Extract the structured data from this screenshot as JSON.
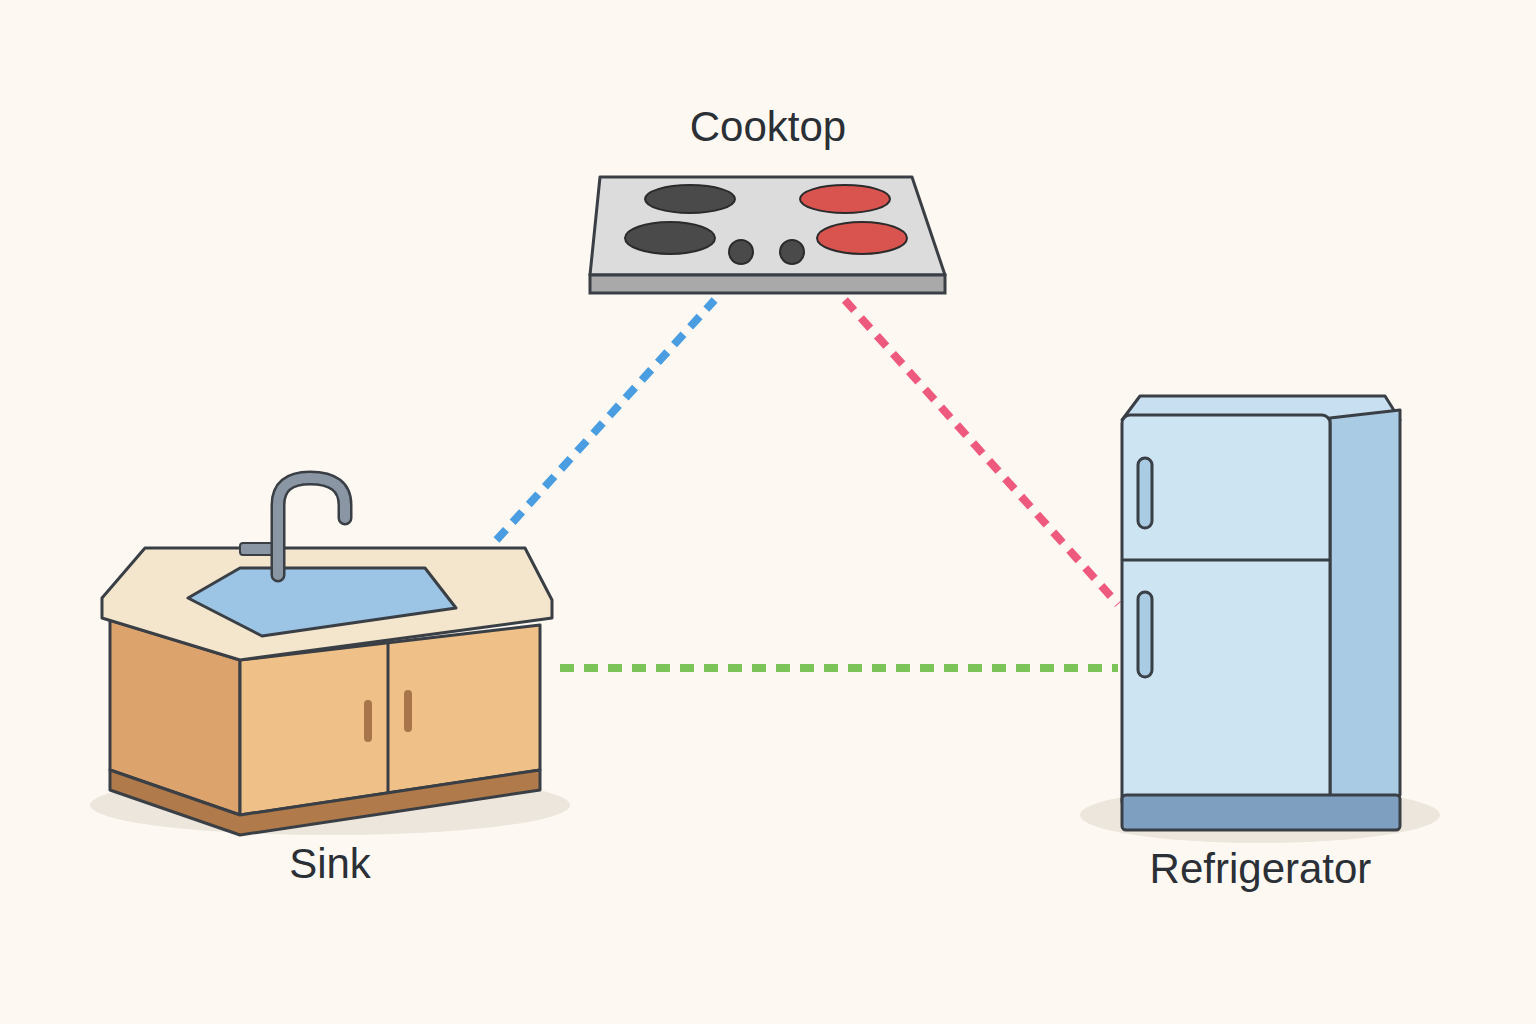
{
  "diagram": {
    "nodes": [
      {
        "text": [
          "Cooktop"
        ]
      },
      {
        "text": [
          "Sink"
        ]
      },
      {
        "text": [
          "Refrigerator"
        ]
      }
    ],
    "edges": [
      {
        "from": 1,
        "to": 0,
        "arrow": "none"
      },
      {
        "from": 0,
        "to": 2,
        "arrow": "none"
      },
      {
        "from": 1,
        "to": 2,
        "arrow": "none"
      }
    ]
  }
}
